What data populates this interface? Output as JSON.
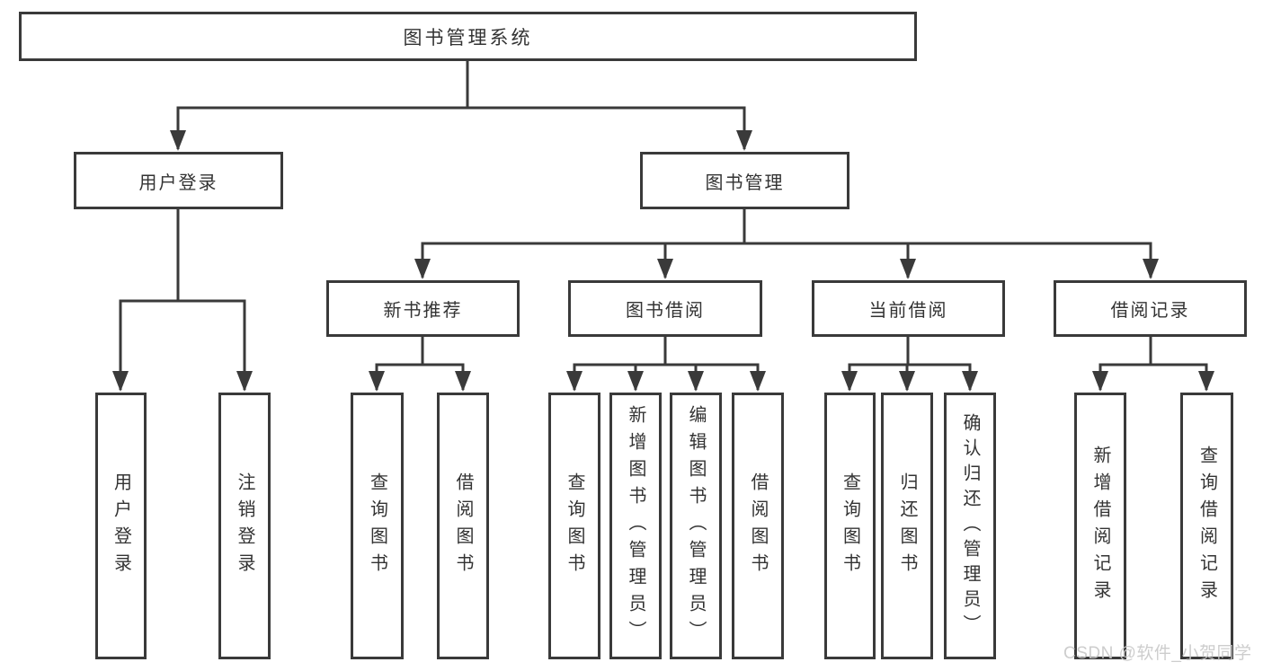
{
  "root": {
    "label": "图书管理系统"
  },
  "level2": [
    {
      "id": "user-login",
      "label": "用户登录",
      "children": [
        {
          "label": "用户登录"
        },
        {
          "label": "注销登录"
        }
      ]
    },
    {
      "id": "book-management",
      "label": "图书管理",
      "children": [
        {
          "label": "新书推荐",
          "children": [
            {
              "label": "查询图书"
            },
            {
              "label": "借阅图书"
            }
          ]
        },
        {
          "label": "图书借阅",
          "children": [
            {
              "label": "查询图书"
            },
            {
              "label": "新增图书（管理员）"
            },
            {
              "label": "编辑图书（管理员）"
            },
            {
              "label": "借阅图书"
            }
          ]
        },
        {
          "label": "当前借阅",
          "children": [
            {
              "label": "查询图书"
            },
            {
              "label": "归还图书"
            },
            {
              "label": "确认归还（管理员）"
            }
          ]
        },
        {
          "label": "借阅记录",
          "children": [
            {
              "label": "新增借阅记录"
            },
            {
              "label": "查询借阅记录"
            }
          ]
        }
      ]
    }
  ],
  "watermark": "CSDN @软件_小贺同学",
  "colors": {
    "line": "#3a3a3a",
    "text": "#333333",
    "background": "#ffffff",
    "watermark": "#c8c8c8"
  }
}
